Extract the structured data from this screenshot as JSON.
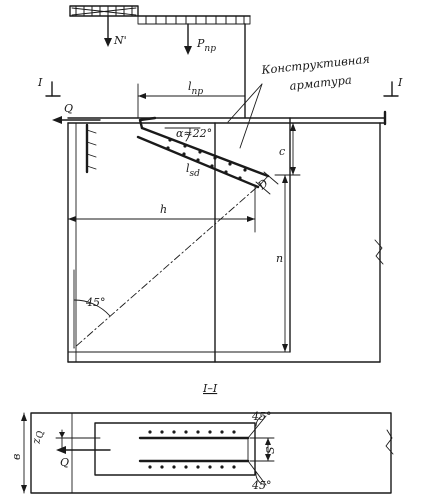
{
  "labels": {
    "n_prime": "N'",
    "p_pr": "P",
    "p_pr_sub": "пр",
    "l_pr": "l",
    "l_pr_sub": "пр",
    "note_line1": "Конструктивная",
    "note_line2": "арматура",
    "q_main": "Q",
    "alpha": "α≈22°",
    "l_sd": "l",
    "l_sd_sub": "sd",
    "d": "D",
    "c": "c",
    "h": "h",
    "angle_45": "45°",
    "section_mark_left": "I",
    "section_mark_right": "I",
    "section_title": "I–I",
    "angle_45_top": "45°",
    "angle_45_bottom": "45°",
    "s_label": "S",
    "b_label": "в",
    "z_label": "z",
    "z_sub": "Q",
    "q_plan": "Q",
    "n_label": "n"
  }
}
